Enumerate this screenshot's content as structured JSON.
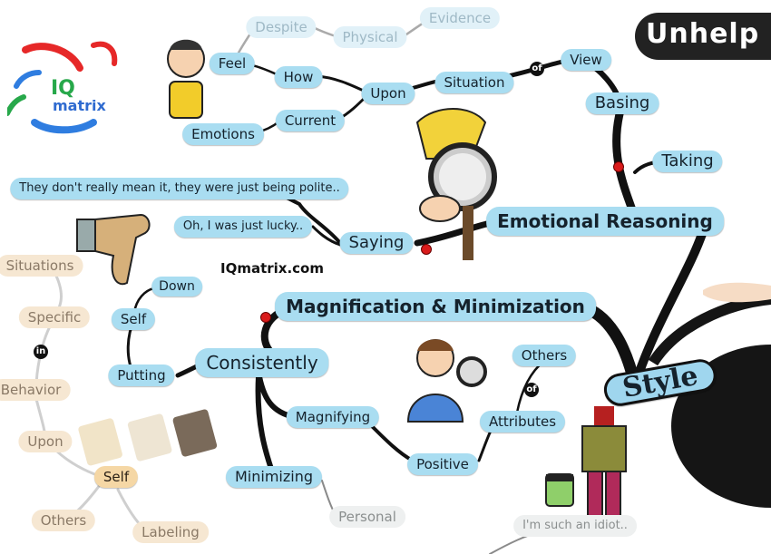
{
  "site": "IQmatrix.com",
  "logo": {
    "line1": "IQ",
    "line2": "matrix"
  },
  "banner": "Unhelp",
  "connector_of": "of",
  "connector_in": "in",
  "nodes": {
    "emotional_reasoning": "Emotional Reasoning",
    "magnification_minimization": "Magnification & Minimization",
    "style": "Style",
    "basing": "Basing",
    "view": "View",
    "situation": "Situation",
    "upon": "Upon",
    "how": "How",
    "current": "Current",
    "feel": "Feel",
    "emotions": "Emotions",
    "despite": "Despite",
    "physical": "Physical",
    "evidence": "Evidence",
    "taking": "Taking",
    "saying": "Saying",
    "quote_polite": "They don't really mean it, they were just being polite..",
    "quote_lucky": "Oh, I was just lucky..",
    "consistently": "Consistently",
    "putting": "Putting",
    "self_upper": "Self",
    "down": "Down",
    "magnifying": "Magnifying",
    "minimizing": "Minimizing",
    "positive": "Positive",
    "attributes": "Attributes",
    "others_right": "Others",
    "personal": "Personal",
    "quote_idiot": "I'm such an idiot..",
    "situations": "Situations",
    "specific": "Specific",
    "behavior": "Behavior",
    "upon_left": "Upon",
    "self_left": "Self",
    "others_left": "Others",
    "labeling": "Labeling"
  }
}
